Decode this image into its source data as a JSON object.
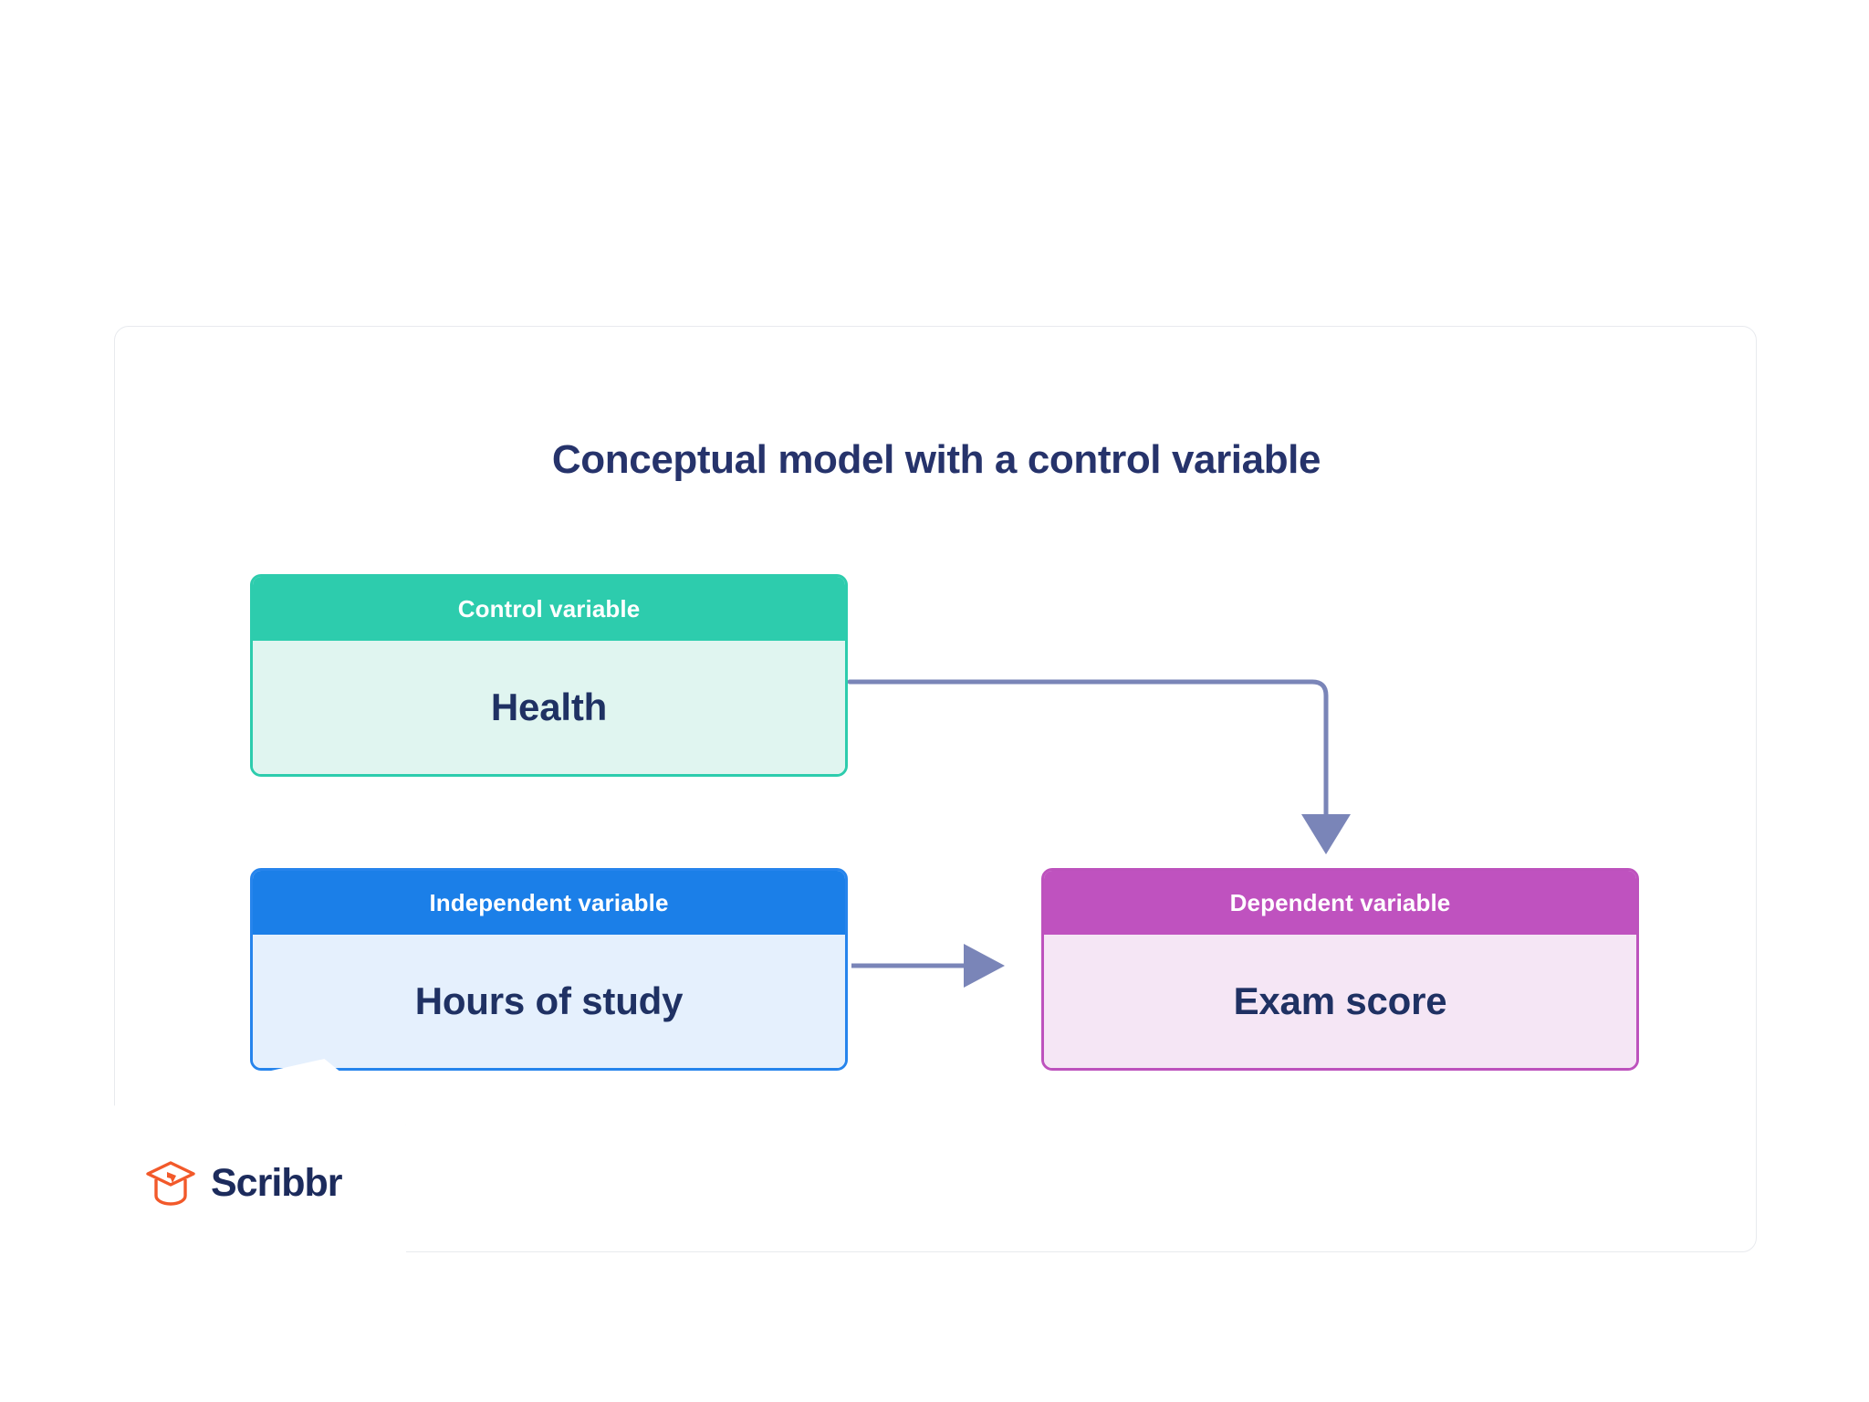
{
  "page": {
    "background": "#ffffff",
    "card_border_color": "#e8eaee"
  },
  "diagram": {
    "title": "Conceptual model with a control variable",
    "title_color": "#26336b",
    "type": "conceptual-model",
    "boxes": [
      {
        "id": "control",
        "role_label": "Control variable",
        "value_label": "Health",
        "header_color": "#2dccad",
        "body_color": "#e0f5f0",
        "border_color": "#2dccad",
        "value_color": "#1f3163"
      },
      {
        "id": "independent",
        "role_label": "Independent variable",
        "value_label": "Hours of study",
        "header_color": "#1b7fe8",
        "body_color": "#e5f0fd",
        "border_color": "#2684ec",
        "value_color": "#1f3163"
      },
      {
        "id": "dependent",
        "role_label": "Dependent variable",
        "value_label": "Exam score",
        "header_color": "#bf52bf",
        "body_color": "#f5e6f5",
        "border_color": "#bd52bd",
        "value_color": "#1f3163"
      }
    ],
    "arrows": [
      {
        "id": "control-to-dependent",
        "from": "control",
        "to": "dependent",
        "shape": "elbow",
        "color": "#7a85b8"
      },
      {
        "id": "independent-to-dependent",
        "from": "independent",
        "to": "dependent",
        "shape": "straight",
        "color": "#7a85b8"
      }
    ]
  },
  "brand": {
    "name": "Scribbr",
    "logo_icon": "graduation-cap-icon",
    "logo_color": "#f2592a",
    "name_color": "#1c2b5c"
  }
}
